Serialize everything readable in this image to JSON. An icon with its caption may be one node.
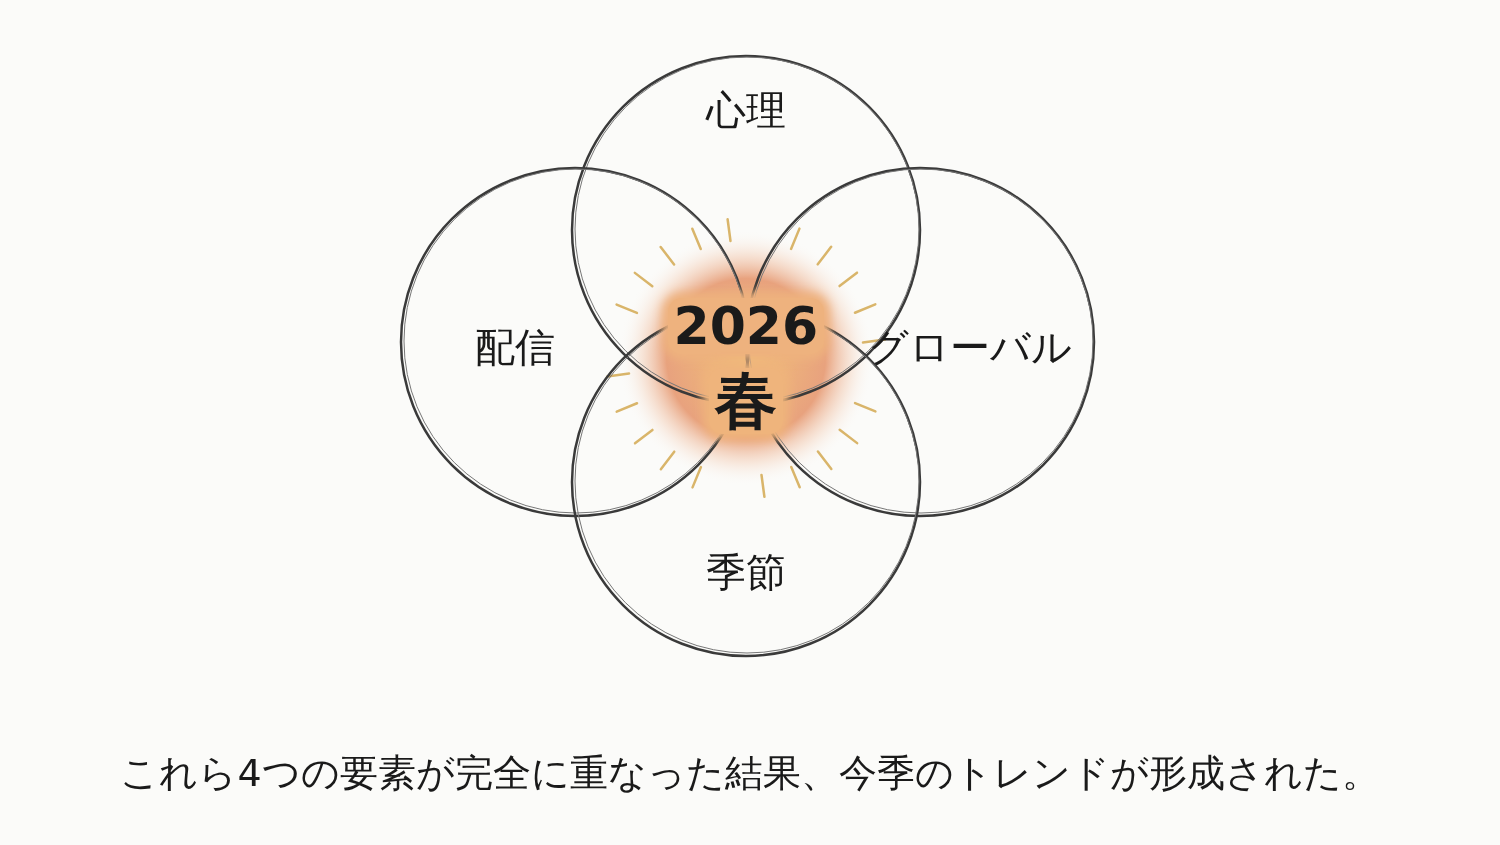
{
  "diagram": {
    "caption": "これら4つの要素が完全に重なった結果、今季のトレンドが形成された。",
    "nodes": [
      {
        "text": [
          "心理"
        ]
      },
      {
        "text": [
          "配信"
        ]
      },
      {
        "text": [
          "グローバル"
        ]
      },
      {
        "text": [
          "季節"
        ]
      },
      {
        "text": [
          "2026",
          "春"
        ]
      }
    ]
  }
}
